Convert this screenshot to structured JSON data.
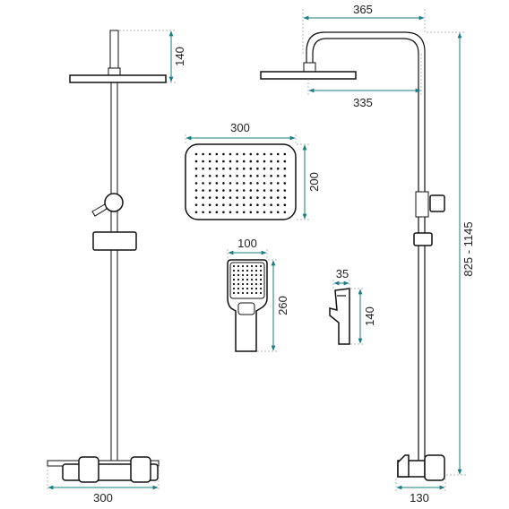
{
  "colors": {
    "dimension": "#1a7d82",
    "outline": "#111111",
    "background": "#ffffff"
  },
  "dimensions": {
    "front_top_height": "140",
    "front_base_width": "300",
    "side_arm_reach": "365",
    "side_head_width": "335",
    "side_height_range": "825 - 1145",
    "side_base_depth": "130",
    "head_width": "300",
    "head_depth": "200",
    "hand_width": "100",
    "hand_length": "260",
    "holder_width": "35",
    "holder_height": "140"
  }
}
